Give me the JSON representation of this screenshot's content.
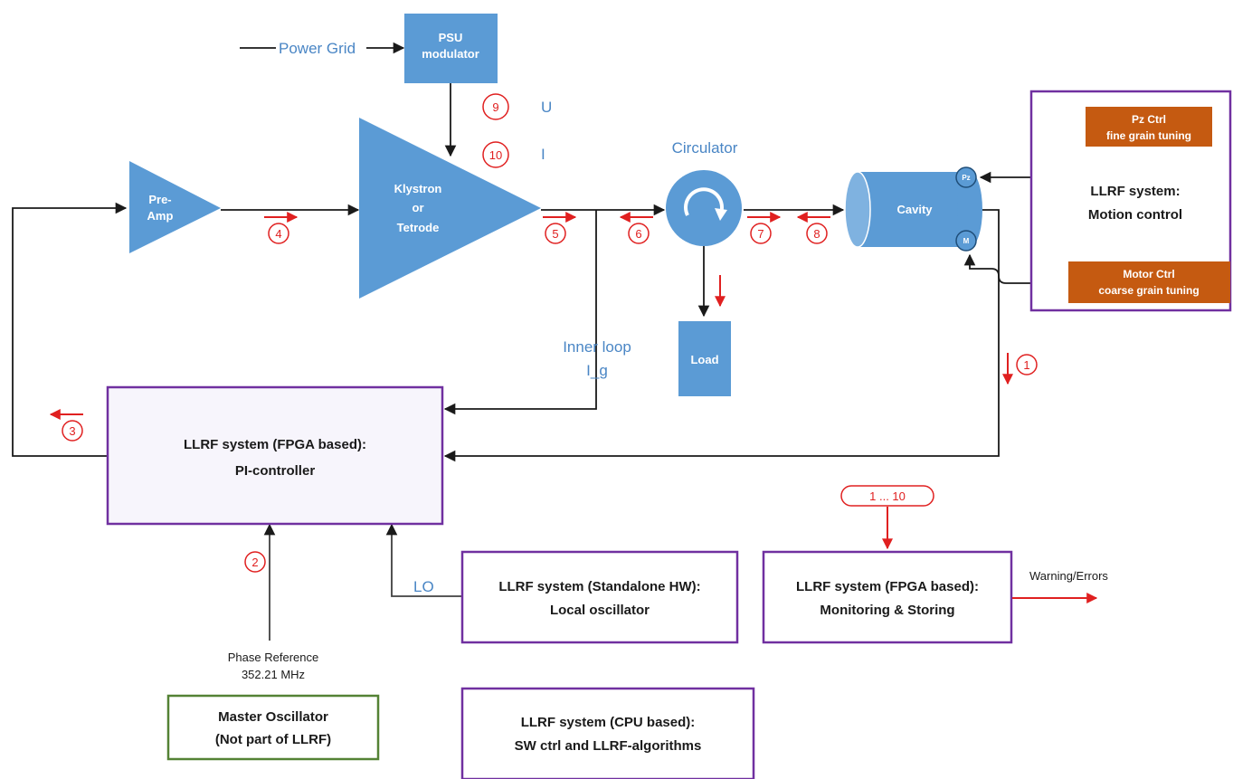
{
  "labels": {
    "power_grid": "Power Grid",
    "psu_line1": "PSU",
    "psu_line2": "modulator",
    "preamp_line1": "Pre-",
    "preamp_line2": "Amp",
    "klystron_line1": "Klystron",
    "klystron_line2": "or",
    "klystron_line3": "Tetrode",
    "circulator": "Circulator",
    "cavity": "Cavity",
    "load": "Load",
    "inner_loop_line1": "Inner loop",
    "inner_loop_line2": "I_g",
    "u_label": "U",
    "i_label": "I",
    "pz_badge": "Pz",
    "m_badge": "M",
    "lo_label": "LO",
    "phase_ref_line1": "Phase Reference",
    "phase_ref_line2": "352.21 MHz",
    "warning_errors": "Warning/Errors"
  },
  "orange_boxes": {
    "pz_line1": "Pz Ctrl",
    "pz_line2": "fine grain tuning",
    "motor_line1": "Motor Ctrl",
    "motor_line2": "coarse grain tuning"
  },
  "boxes": {
    "motion_line1": "LLRF system:",
    "motion_line2": "Motion control",
    "pi_line1": "LLRF system (FPGA based):",
    "pi_line2": "PI-controller",
    "lo_line1": "LLRF system (Standalone HW):",
    "lo_line2": "Local oscillator",
    "mon_line1": "LLRF system (FPGA based):",
    "mon_line2": "Monitoring & Storing",
    "master_line1": "Master Oscillator",
    "master_line2": "(Not part of LLRF)",
    "cpu_line1": "LLRF system (CPU based):",
    "cpu_line2": "SW ctrl and LLRF-algorithms"
  },
  "markers": {
    "m1": "1",
    "m2": "2",
    "m3": "3",
    "m4": "4",
    "m5": "5",
    "m6": "6",
    "m7": "7",
    "m8": "8",
    "m9": "9",
    "m10": "10",
    "range": "1 ... 10"
  },
  "colors": {
    "component_blue": "#5b9bd5",
    "text_blue": "#4a86c5",
    "tuning_orange": "#c55a11",
    "llrf_purple": "#7030a0",
    "external_green": "#548235",
    "signal_red": "#e02020"
  }
}
